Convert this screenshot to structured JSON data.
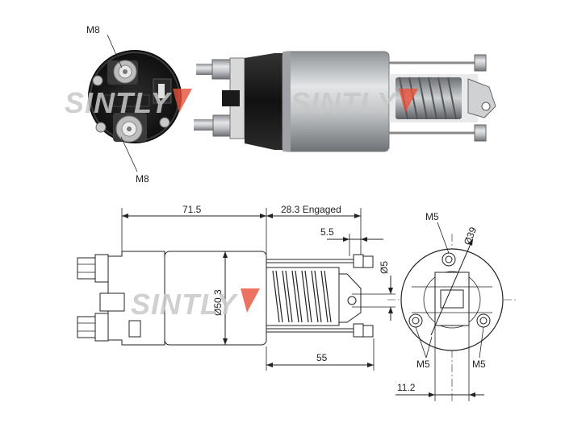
{
  "watermark": {
    "text": "SINTLY",
    "accent_color": "#e8503a"
  },
  "photo_labels": {
    "terminal_top": "M8",
    "terminal_bottom": "M8"
  },
  "dimensions": {
    "body_length": "71.5",
    "engaged": "28.3 Engaged",
    "offset": "5.5",
    "diameter": "Ø50.3",
    "overall": "55",
    "hole_dia": "Ø5",
    "bolt_circle": "Ø39",
    "spacing": "11.2",
    "thread_top": "M5",
    "thread_left": "M5",
    "thread_right": "M5"
  },
  "colors": {
    "line": "#222222",
    "body_metal": "#b9bcc0",
    "cap_black": "#1a1a1a"
  }
}
